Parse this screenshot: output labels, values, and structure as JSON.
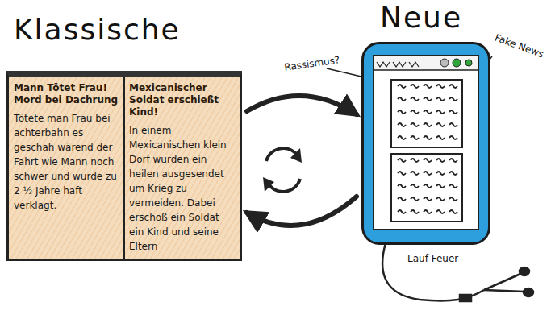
{
  "diagram": {
    "nodes": [
      {
        "text": [
          "Klassische"
        ]
      },
      {
        "text": [
          "Mann Tötet Frau! Mord bei Dachrung",
          "Tötete man Frau bei achterbahn es geschah wärend der Fahrt wie Mann noch schwer und wurde zu 2 ½ Jahre haft verklagt."
        ],
        "in": 0
      },
      {
        "text": [
          "Mexicanischer Soldat erschießt Kind!",
          "In einem Mexicanischen klein Dorf wurden ein heilen ausgesendet um Krieg zu vermeiden. Dabei erschoß ein Soldat ein Kind und seine Eltern"
        ],
        "in": 0
      },
      {
        "text": [
          "Neue"
        ]
      }
    ],
    "edges": [
      {
        "from": 0,
        "to": 3,
        "arrow": "to"
      },
      {
        "from": 3,
        "to": 0,
        "arrow": "to"
      }
    ],
    "labels": [
      "Rassismus?",
      "Fake News",
      "Lauf Feuer"
    ]
  }
}
